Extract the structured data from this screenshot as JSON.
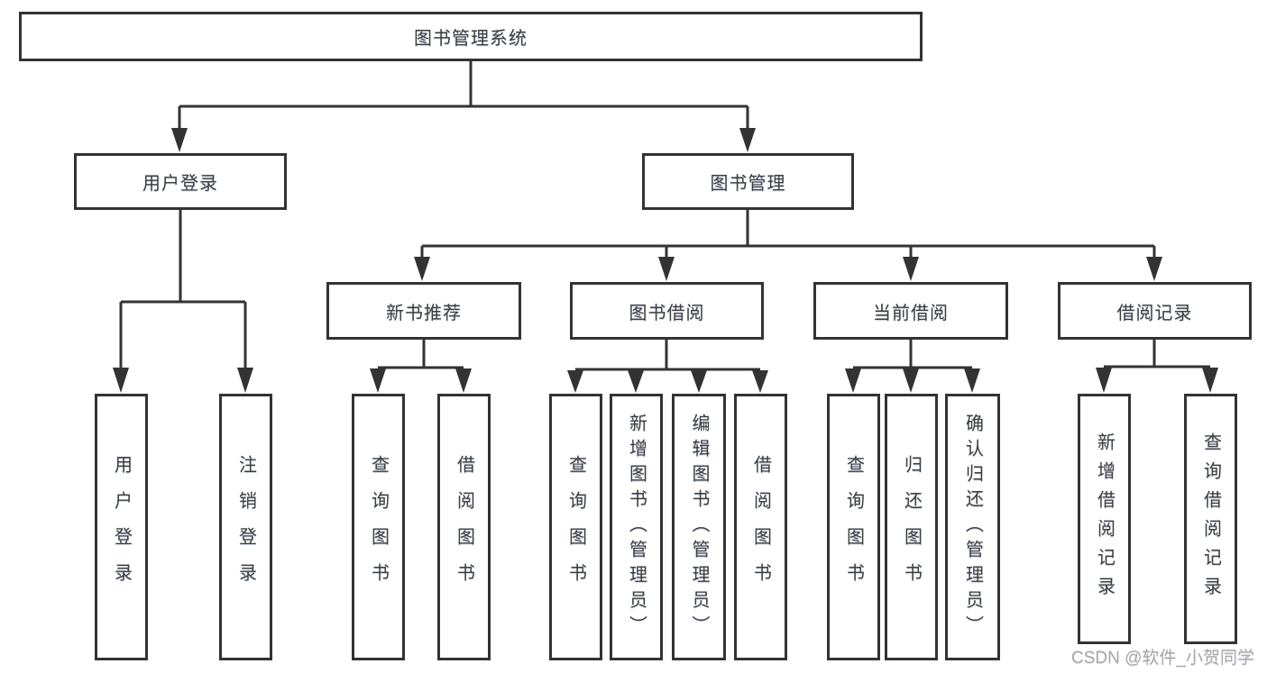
{
  "colors": {
    "line": "#333333",
    "box_border": "#333333",
    "text": "#3d3d3d",
    "watermark": "#a8a8a8",
    "background": "#ffffff"
  },
  "diagram": {
    "title": "图书管理系统",
    "root": {
      "label": "图书管理系统"
    },
    "level1": [
      {
        "label": "用户登录"
      },
      {
        "label": "图书管理"
      }
    ],
    "level2": [
      {
        "label": "新书推荐",
        "parent": "图书管理"
      },
      {
        "label": "图书借阅",
        "parent": "图书管理"
      },
      {
        "label": "当前借阅",
        "parent": "图书管理"
      },
      {
        "label": "借阅记录",
        "parent": "图书管理"
      }
    ],
    "leaves": [
      {
        "label": "用户登录",
        "parent": "用户登录"
      },
      {
        "label": "注销登录",
        "parent": "用户登录"
      },
      {
        "label": "查询图书",
        "parent": "新书推荐"
      },
      {
        "label": "借阅图书",
        "parent": "新书推荐"
      },
      {
        "label": "查询图书",
        "parent": "图书借阅"
      },
      {
        "label": "新增图书（管理员）",
        "parent": "图书借阅"
      },
      {
        "label": "编辑图书（管理员）",
        "parent": "图书借阅"
      },
      {
        "label": "借阅图书",
        "parent": "图书借阅"
      },
      {
        "label": "查询图书",
        "parent": "当前借阅"
      },
      {
        "label": "归还图书",
        "parent": "当前借阅"
      },
      {
        "label": "确认归还（管理员）",
        "parent": "当前借阅"
      },
      {
        "label": "新增借阅记录",
        "parent": "借阅记录"
      },
      {
        "label": "查询借阅记录",
        "parent": "借阅记录"
      }
    ]
  },
  "watermark": {
    "text": "CSDN @软件_小贺同学"
  }
}
